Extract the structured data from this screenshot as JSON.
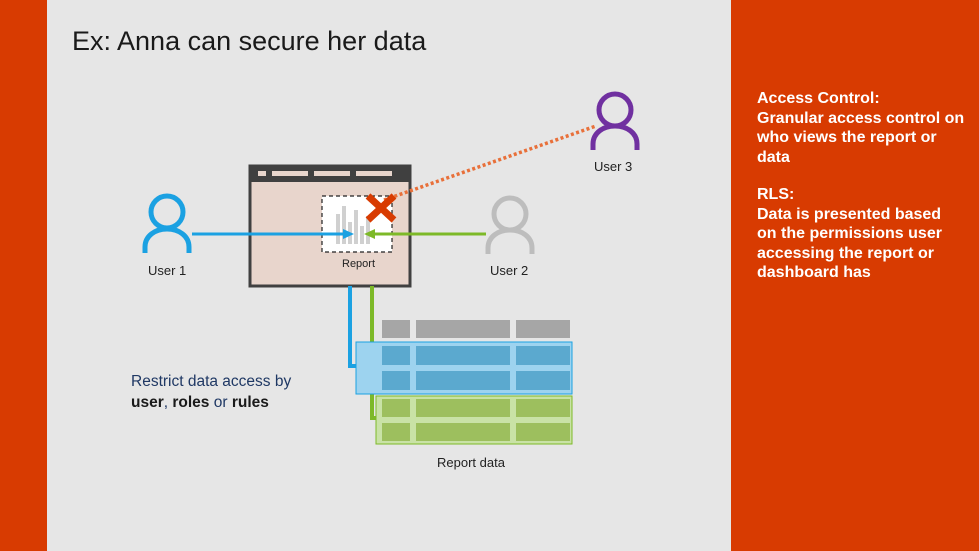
{
  "title": "Ex: Anna can secure her data",
  "sidebar": {
    "access_control": {
      "heading": "Access Control:",
      "lines": [
        "Granular access control on",
        "who views the report or",
        "data"
      ]
    },
    "rls": {
      "heading": "RLS:",
      "lines": [
        "Data is presented based",
        "on the permissions user",
        "accessing the report or",
        "dashboard has"
      ]
    }
  },
  "diagram": {
    "user1": "User 1",
    "user2": "User 2",
    "user3": "User 3",
    "report": "Report",
    "report_data": "Report data",
    "restrict": {
      "prefix": "Restrict data access by",
      "user": "user",
      "comma": ", ",
      "roles": "roles",
      "or": " or ",
      "rules": "rules"
    }
  },
  "colors": {
    "background": "#D83B01",
    "slide": "#E6E6E6",
    "user1": "#1BA1E2",
    "user2": "#BDBDBD",
    "user3": "#7030A0",
    "blue_arrow": "#1BA1E2",
    "green_arrow": "#7DB928",
    "denied_line": "#E8703A",
    "denied_x": "#D83B01"
  }
}
